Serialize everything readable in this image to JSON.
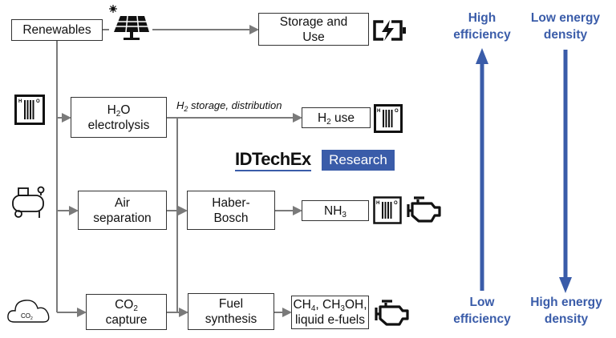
{
  "nodes": {
    "renewables": "Renewables",
    "storage": {
      "line1": "Storage and",
      "line2": "Use"
    },
    "electrolysis": {
      "h": "H",
      "sub": "2",
      "o": "O",
      "line2": "electrolysis"
    },
    "h2_use": {
      "h": "H",
      "sub": "2",
      "rest": " use"
    },
    "air_separation": {
      "line1": "Air",
      "line2": "separation"
    },
    "haber_bosch": {
      "line1": "Haber-",
      "line2": "Bosch"
    },
    "nh3": {
      "main": "NH",
      "sub": "3"
    },
    "co2_capture": {
      "main": "CO",
      "sub": "2",
      "line2": "capture"
    },
    "fuel_synthesis": {
      "line1": "Fuel",
      "line2": "synthesis"
    },
    "efuels": {
      "a": "CH",
      "a_sub": "4",
      "b": ", CH",
      "b_sub": "3",
      "c": "OH,",
      "line2": "liquid e-fuels"
    }
  },
  "edge_label": {
    "h": "H",
    "sub": "2",
    "rest": " storage, distribution"
  },
  "logo": {
    "brand": "IDTechEx",
    "tag": "Research"
  },
  "axes": {
    "efficiency_top": {
      "line1": "High",
      "line2": "efficiency"
    },
    "efficiency_bottom": {
      "line1": "Low",
      "line2": "efficiency"
    },
    "density_top": {
      "line1": "Low energy",
      "line2": "density"
    },
    "density_bottom": {
      "line1": "High energy",
      "line2": "density"
    }
  },
  "icons": {
    "cloud_label_main": "CO",
    "cloud_label_sub": "2"
  },
  "colors": {
    "accent": "#3a5ca9",
    "line": "#7a7a7a"
  }
}
